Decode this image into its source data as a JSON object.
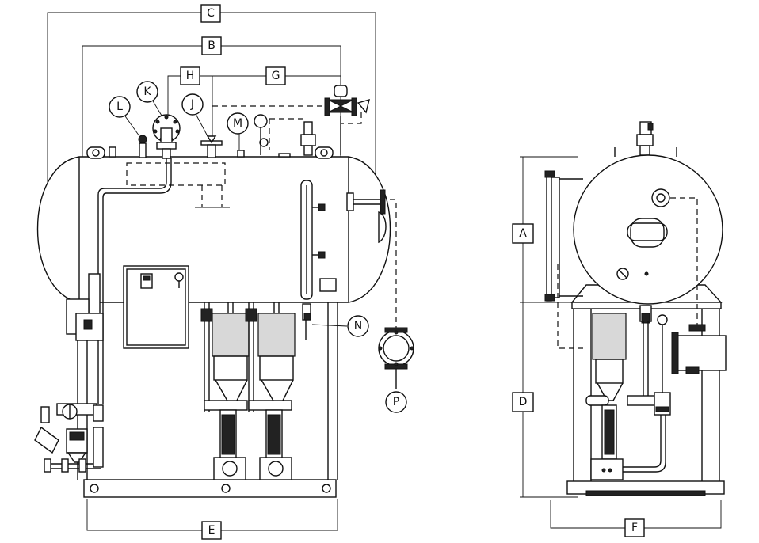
{
  "dimension_labels": {
    "a": "A",
    "b": "B",
    "c": "C",
    "d": "D",
    "e": "E",
    "f": "F",
    "g": "G",
    "h": "H"
  },
  "callouts": {
    "j": "J",
    "k": "K",
    "l": "L",
    "m": "M",
    "n": "N",
    "p": "P"
  }
}
